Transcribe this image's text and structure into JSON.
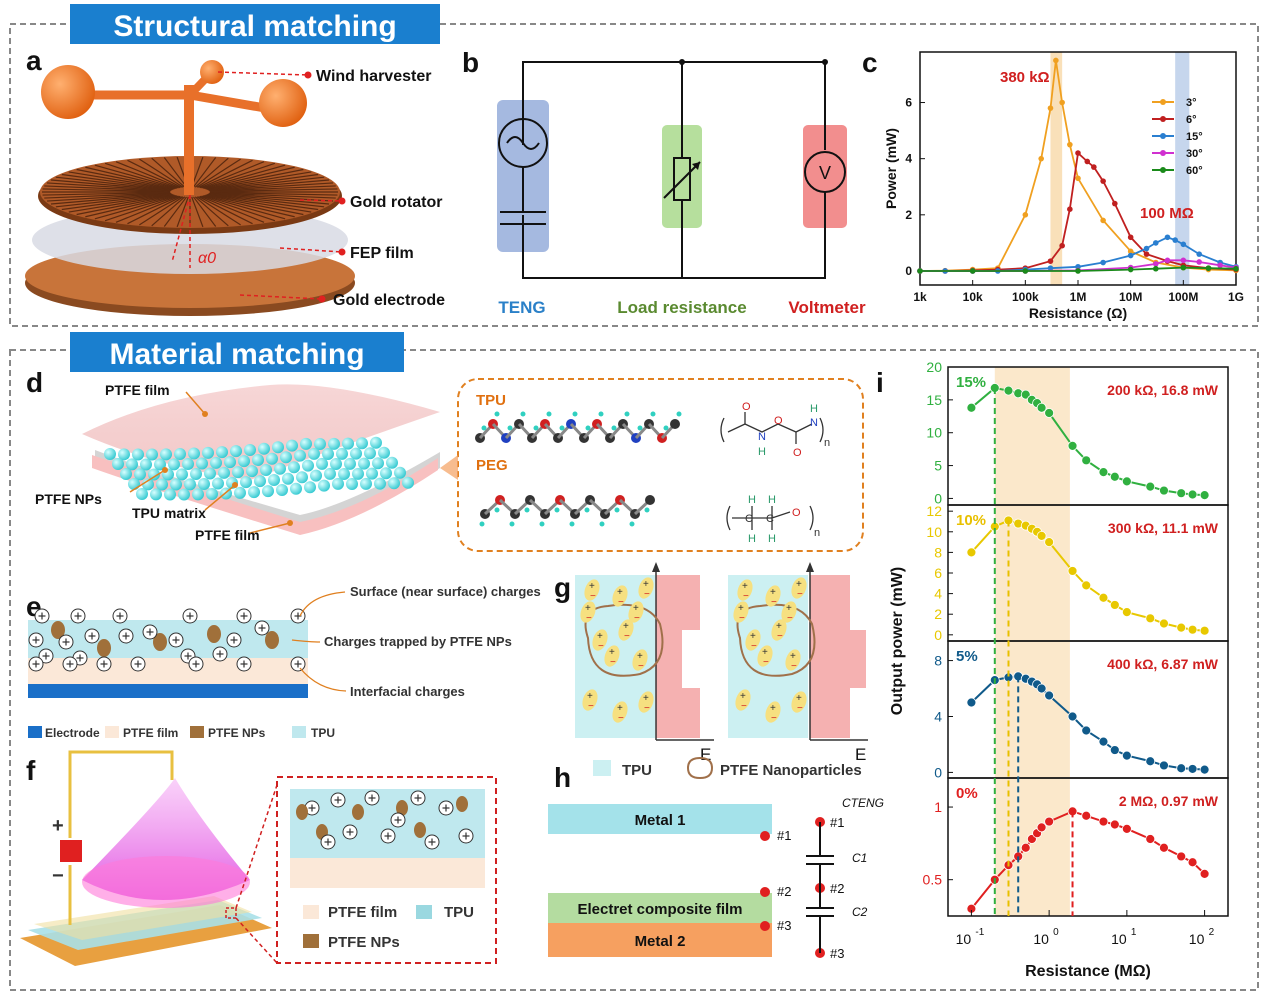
{
  "sections": {
    "structural": "Structural matching",
    "material": "Material matching"
  },
  "panel_labels": [
    "a",
    "b",
    "c",
    "d",
    "e",
    "f",
    "g",
    "h",
    "i"
  ],
  "panel_a": {
    "wind_harvester": "Wind harvester",
    "gold_rotator": "Gold rotator",
    "fep_film": "FEP film",
    "gold_electrode": "Gold electrode",
    "angle": "α0"
  },
  "panel_b": {
    "teng": "TENG",
    "load": "Load resistance",
    "voltmeter": "Voltmeter",
    "v": "V"
  },
  "panel_d": {
    "ptfe_film_top": "PTFE film",
    "ptfe_nps": "PTFE NPs",
    "tpu_matrix": "TPU matrix",
    "ptfe_film_bottom": "PTFE film",
    "tpu": "TPU",
    "peg": "PEG",
    "sub_n": "n"
  },
  "panel_e": {
    "surface": "Surface (near surface) charges",
    "trapped": "Charges trapped by PTFE NPs",
    "interfacial": "Interfacial charges",
    "legend": [
      "Electrode",
      "PTFE film",
      "PTFE NPs",
      "TPU"
    ]
  },
  "panel_f": {
    "plus": "+",
    "minus": "−",
    "legend": [
      "PTFE film",
      "TPU",
      "PTFE NPs"
    ]
  },
  "panel_g": {
    "e": "E",
    "legend": [
      "TPU",
      "PTFE Nanoparticles"
    ]
  },
  "panel_h": {
    "metal1": "Metal 1",
    "electret": "Electret composite film",
    "metal2": "Metal 2",
    "nodes": [
      "#1",
      "#2",
      "#3"
    ],
    "c_teng": "CTENG",
    "c1": "C1",
    "c2": "C2"
  },
  "colors": {
    "section_bar": "#1a7fcf",
    "teng": "#8fa8d8",
    "load": "#a9d98c",
    "voltmeter": "#f07a7a",
    "s3": "#f0a020",
    "s6": "#c02020",
    "s15": "#2a7fd0",
    "s30": "#d030d0",
    "s60": "#1a8a1a",
    "g15": "#30b040",
    "g10": "#e8c800",
    "g5": "#105a8a",
    "g0": "#e02020",
    "highlight_orange": "#f8d8a8",
    "highlight_blue": "#b8cce8"
  },
  "chart_data": [
    {
      "type": "line",
      "title": "",
      "xlabel": "Resistance (Ω)",
      "ylabel": "Power (mW)",
      "xscale": "log",
      "xlim": [
        1000,
        1000000000
      ],
      "ylim": [
        -0.5,
        7.8
      ],
      "x_ticks": [
        "1k",
        "10k",
        "100k",
        "1M",
        "10M",
        "100M",
        "1G"
      ],
      "y_ticks": [
        0,
        2,
        4,
        6
      ],
      "annotations": [
        "380 kΩ",
        "100 MΩ"
      ],
      "legend_position": "right",
      "series": [
        {
          "name": "3°",
          "x": [
            1000,
            3000,
            10000,
            30000,
            100000,
            200000,
            300000,
            380000,
            500000,
            700000,
            1000000,
            3000000,
            10000000,
            30000000,
            100000000,
            300000000,
            1000000000
          ],
          "values": [
            0,
            0.01,
            0.05,
            0.1,
            2.0,
            4.0,
            5.8,
            7.5,
            6.0,
            4.5,
            3.3,
            1.8,
            0.7,
            0.3,
            0.12,
            0.05,
            0.02
          ]
        },
        {
          "name": "6°",
          "x": [
            1000,
            3000,
            10000,
            30000,
            100000,
            300000,
            500000,
            700000,
            1000000,
            1500000,
            2000000,
            3000000,
            5000000,
            10000000,
            20000000,
            50000000,
            100000000,
            300000000,
            1000000000
          ],
          "values": [
            0,
            0,
            0.02,
            0.05,
            0.1,
            0.35,
            0.9,
            2.2,
            4.2,
            3.9,
            3.7,
            3.2,
            2.4,
            1.2,
            0.6,
            0.35,
            0.2,
            0.1,
            0.05
          ]
        },
        {
          "name": "15°",
          "x": [
            1000,
            3000,
            10000,
            30000,
            100000,
            300000,
            1000000,
            3000000,
            10000000,
            20000000,
            30000000,
            50000000,
            70000000,
            100000000,
            200000000,
            500000000,
            1000000000
          ],
          "values": [
            0,
            0,
            0,
            0,
            0.05,
            0.1,
            0.15,
            0.3,
            0.55,
            0.8,
            1.0,
            1.2,
            1.1,
            0.95,
            0.6,
            0.3,
            0.15
          ]
        },
        {
          "name": "30°",
          "x": [
            1000,
            10000,
            100000,
            1000000,
            10000000,
            30000000,
            50000000,
            100000000,
            200000000,
            500000000,
            1000000000
          ],
          "values": [
            0,
            0,
            0,
            0.02,
            0.12,
            0.25,
            0.38,
            0.38,
            0.32,
            0.2,
            0.12
          ]
        },
        {
          "name": "60°",
          "x": [
            1000,
            10000,
            100000,
            1000000,
            10000000,
            30000000,
            100000000,
            300000000,
            1000000000
          ],
          "values": [
            0,
            0,
            0,
            0,
            0.05,
            0.08,
            0.12,
            0.1,
            0.08
          ]
        }
      ]
    },
    {
      "type": "line",
      "title": "",
      "xlabel": "Resistance (MΩ)",
      "ylabel": "Output power (mW)",
      "xscale": "log",
      "xlim": [
        0.05,
        200
      ],
      "x_ticks": [
        "10-1",
        "100",
        "101",
        "102"
      ],
      "series": [
        {
          "name": "15%",
          "annotation": "200 kΩ, 16.8 mW",
          "ylim": [
            -1,
            20
          ],
          "y_ticks": [
            0,
            5,
            10,
            15,
            20
          ],
          "x": [
            0.1,
            0.2,
            0.3,
            0.4,
            0.5,
            0.6,
            0.7,
            0.8,
            1,
            2,
            3,
            5,
            7,
            10,
            20,
            30,
            50,
            70,
            100
          ],
          "values": [
            13.8,
            16.8,
            16.4,
            16.0,
            15.8,
            15.0,
            14.5,
            13.8,
            13.0,
            8.0,
            5.8,
            4.0,
            3.3,
            2.6,
            1.8,
            1.2,
            0.8,
            0.6,
            0.5
          ]
        },
        {
          "name": "10%",
          "annotation": "300 kΩ, 11.1 mW",
          "ylim": [
            -0.6,
            12.6
          ],
          "y_ticks": [
            0,
            2,
            4,
            6,
            8,
            10,
            12
          ],
          "x": [
            0.1,
            0.2,
            0.3,
            0.4,
            0.5,
            0.6,
            0.7,
            0.8,
            1,
            2,
            3,
            5,
            7,
            10,
            20,
            30,
            50,
            70,
            100
          ],
          "values": [
            8.0,
            10.5,
            11.1,
            10.8,
            10.6,
            10.3,
            10.0,
            9.6,
            9.0,
            6.2,
            4.8,
            3.6,
            2.9,
            2.2,
            1.6,
            1.1,
            0.7,
            0.5,
            0.4
          ]
        },
        {
          "name": "5%",
          "annotation": "400 kΩ, 6.87 mW",
          "ylim": [
            -0.4,
            9.4
          ],
          "y_ticks": [
            0,
            4,
            8
          ],
          "x": [
            0.1,
            0.2,
            0.3,
            0.4,
            0.5,
            0.6,
            0.7,
            0.8,
            1,
            2,
            3,
            5,
            7,
            10,
            20,
            30,
            50,
            70,
            100
          ],
          "values": [
            5.0,
            6.6,
            6.8,
            6.87,
            6.7,
            6.5,
            6.3,
            6.0,
            5.5,
            4.0,
            3.0,
            2.2,
            1.6,
            1.2,
            0.8,
            0.5,
            0.3,
            0.25,
            0.2
          ]
        },
        {
          "name": "0%",
          "annotation": "2 MΩ, 0.97 mW",
          "ylim": [
            0.25,
            1.2
          ],
          "y_ticks": [
            0.5,
            1.0
          ],
          "x": [
            0.1,
            0.2,
            0.3,
            0.4,
            0.5,
            0.6,
            0.7,
            0.8,
            1,
            2,
            3,
            5,
            7,
            10,
            20,
            30,
            50,
            70,
            100
          ],
          "values": [
            0.3,
            0.5,
            0.6,
            0.66,
            0.72,
            0.78,
            0.82,
            0.86,
            0.9,
            0.97,
            0.94,
            0.9,
            0.88,
            0.85,
            0.78,
            0.72,
            0.66,
            0.62,
            0.54
          ]
        }
      ]
    }
  ]
}
